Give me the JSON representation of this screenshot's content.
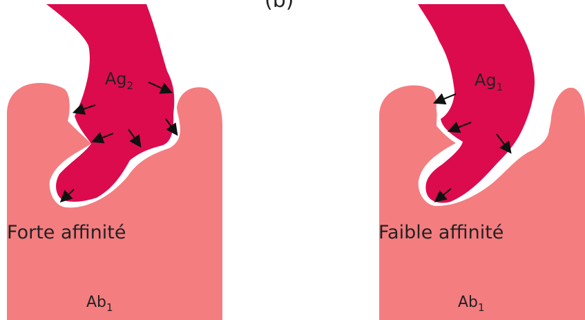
{
  "header": {
    "partial_text": "(b)"
  },
  "colors": {
    "antibody": "#f47d80",
    "antigen": "#dc0b4e",
    "gap": "#ffffff",
    "arrow": "#111111",
    "text": "#222222"
  },
  "left_panel": {
    "antigen_label": "Ag",
    "antigen_subscript": "2",
    "antibody_label": "Ab",
    "antibody_subscript": "1",
    "affinity_label": "Forte affinité"
  },
  "right_panel": {
    "antigen_label": "Ag",
    "antigen_subscript": "1",
    "antibody_label": "Ab",
    "antibody_subscript": "1",
    "affinity_label": "Faible affinité"
  }
}
